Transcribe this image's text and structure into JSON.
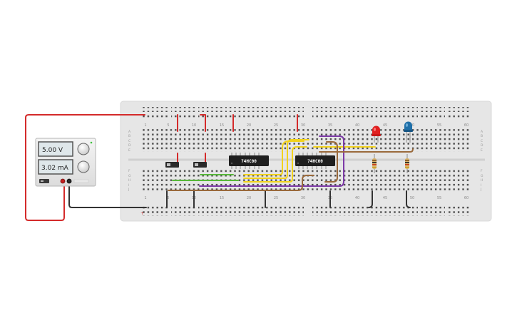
{
  "power_supply": {
    "voltage_display": "5.00 V",
    "current_display": "3.02 mA"
  },
  "breadboard": {
    "column_labels_top": [
      "1",
      "5",
      "10",
      "15",
      "20",
      "25",
      "30",
      "35",
      "40",
      "45",
      "50",
      "55",
      "60"
    ],
    "column_labels_bottom": [
      "1",
      "5",
      "10",
      "15",
      "20",
      "25",
      "30",
      "35",
      "40",
      "45",
      "50",
      "55",
      "60"
    ],
    "row_labels_upper": [
      "A",
      "B",
      "C",
      "D",
      "E"
    ],
    "row_labels_lower": [
      "F",
      "G",
      "H",
      "I",
      "J"
    ]
  },
  "chips": [
    {
      "label": "74HC00"
    },
    {
      "label": "74HC00"
    }
  ],
  "colors": {
    "board": "#e6e6e6",
    "red_wire": "#d42a2a",
    "black_wire": "#333333",
    "yellow_wire": "#f2d21c",
    "green_wire": "#58b83a",
    "purple_wire": "#7d3aa8",
    "brown_wire": "#9a6a3c",
    "led_red": "#e02020",
    "led_blue": "#1f6fa8"
  }
}
